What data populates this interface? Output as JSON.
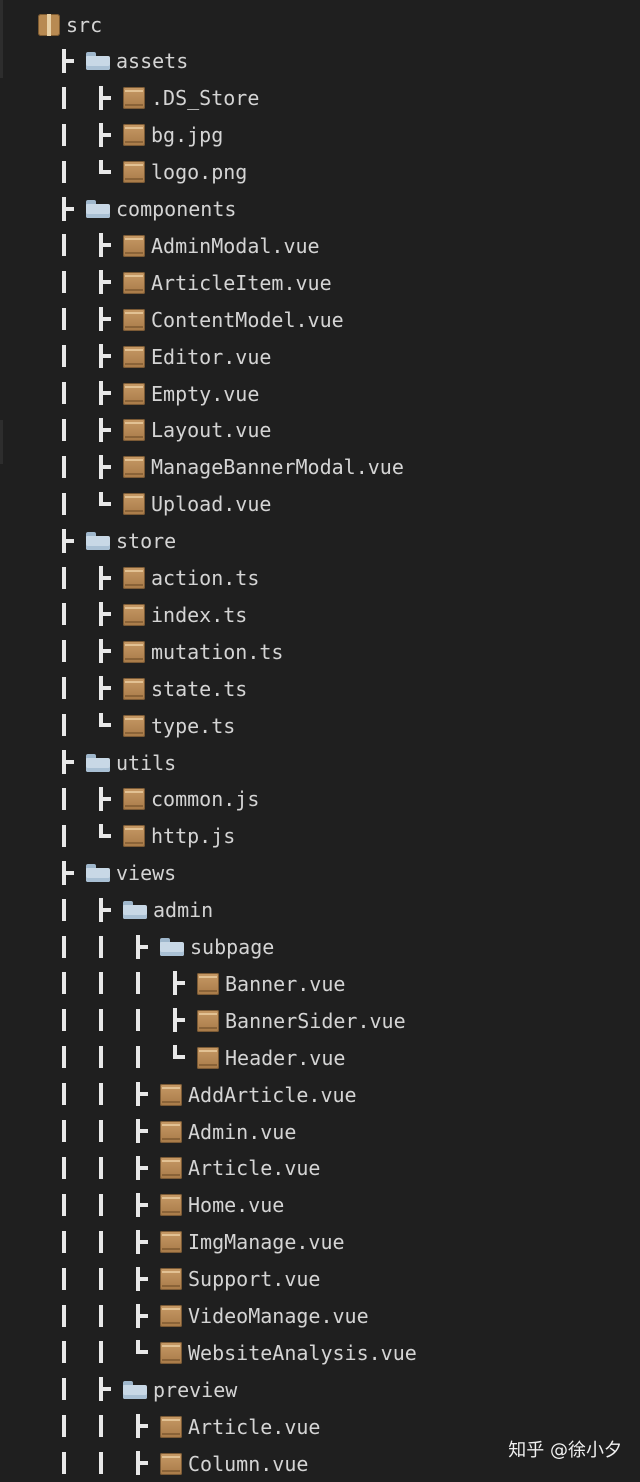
{
  "tree": [
    {
      "name": "src",
      "type": "package",
      "depth": 0,
      "guides": [],
      "connector": null
    },
    {
      "name": "assets",
      "type": "folder",
      "depth": 1,
      "guides": [],
      "connector": "tee"
    },
    {
      "name": ".DS_Store",
      "type": "file",
      "depth": 2,
      "guides": [
        1
      ],
      "connector": "tee"
    },
    {
      "name": "bg.jpg",
      "type": "file",
      "depth": 2,
      "guides": [
        1
      ],
      "connector": "tee"
    },
    {
      "name": "logo.png",
      "type": "file",
      "depth": 2,
      "guides": [
        1
      ],
      "connector": "last"
    },
    {
      "name": "components",
      "type": "folder",
      "depth": 1,
      "guides": [],
      "connector": "tee"
    },
    {
      "name": "AdminModal.vue",
      "type": "file",
      "depth": 2,
      "guides": [
        1
      ],
      "connector": "tee"
    },
    {
      "name": "ArticleItem.vue",
      "type": "file",
      "depth": 2,
      "guides": [
        1
      ],
      "connector": "tee"
    },
    {
      "name": "ContentModel.vue",
      "type": "file",
      "depth": 2,
      "guides": [
        1
      ],
      "connector": "tee"
    },
    {
      "name": "Editor.vue",
      "type": "file",
      "depth": 2,
      "guides": [
        1
      ],
      "connector": "tee"
    },
    {
      "name": "Empty.vue",
      "type": "file",
      "depth": 2,
      "guides": [
        1
      ],
      "connector": "tee"
    },
    {
      "name": "Layout.vue",
      "type": "file",
      "depth": 2,
      "guides": [
        1
      ],
      "connector": "tee"
    },
    {
      "name": "ManageBannerModal.vue",
      "type": "file",
      "depth": 2,
      "guides": [
        1
      ],
      "connector": "tee"
    },
    {
      "name": "Upload.vue",
      "type": "file",
      "depth": 2,
      "guides": [
        1
      ],
      "connector": "last"
    },
    {
      "name": "store",
      "type": "folder",
      "depth": 1,
      "guides": [],
      "connector": "tee"
    },
    {
      "name": "action.ts",
      "type": "file",
      "depth": 2,
      "guides": [
        1
      ],
      "connector": "tee"
    },
    {
      "name": "index.ts",
      "type": "file",
      "depth": 2,
      "guides": [
        1
      ],
      "connector": "tee"
    },
    {
      "name": "mutation.ts",
      "type": "file",
      "depth": 2,
      "guides": [
        1
      ],
      "connector": "tee"
    },
    {
      "name": "state.ts",
      "type": "file",
      "depth": 2,
      "guides": [
        1
      ],
      "connector": "tee"
    },
    {
      "name": "type.ts",
      "type": "file",
      "depth": 2,
      "guides": [
        1
      ],
      "connector": "last"
    },
    {
      "name": "utils",
      "type": "folder",
      "depth": 1,
      "guides": [],
      "connector": "tee"
    },
    {
      "name": "common.js",
      "type": "file",
      "depth": 2,
      "guides": [
        1
      ],
      "connector": "tee"
    },
    {
      "name": "http.js",
      "type": "file",
      "depth": 2,
      "guides": [
        1
      ],
      "connector": "last"
    },
    {
      "name": "views",
      "type": "folder",
      "depth": 1,
      "guides": [],
      "connector": "tee"
    },
    {
      "name": "admin",
      "type": "folder",
      "depth": 2,
      "guides": [
        1
      ],
      "connector": "tee"
    },
    {
      "name": "subpage",
      "type": "folder",
      "depth": 3,
      "guides": [
        1,
        2
      ],
      "connector": "tee"
    },
    {
      "name": "Banner.vue",
      "type": "file",
      "depth": 4,
      "guides": [
        1,
        2,
        3
      ],
      "connector": "tee"
    },
    {
      "name": "BannerSider.vue",
      "type": "file",
      "depth": 4,
      "guides": [
        1,
        2,
        3
      ],
      "connector": "tee"
    },
    {
      "name": "Header.vue",
      "type": "file",
      "depth": 4,
      "guides": [
        1,
        2,
        3
      ],
      "connector": "last"
    },
    {
      "name": "AddArticle.vue",
      "type": "file",
      "depth": 3,
      "guides": [
        1,
        2
      ],
      "connector": "tee"
    },
    {
      "name": "Admin.vue",
      "type": "file",
      "depth": 3,
      "guides": [
        1,
        2
      ],
      "connector": "tee"
    },
    {
      "name": "Article.vue",
      "type": "file",
      "depth": 3,
      "guides": [
        1,
        2
      ],
      "connector": "tee"
    },
    {
      "name": "Home.vue",
      "type": "file",
      "depth": 3,
      "guides": [
        1,
        2
      ],
      "connector": "tee"
    },
    {
      "name": "ImgManage.vue",
      "type": "file",
      "depth": 3,
      "guides": [
        1,
        2
      ],
      "connector": "tee"
    },
    {
      "name": "Support.vue",
      "type": "file",
      "depth": 3,
      "guides": [
        1,
        2
      ],
      "connector": "tee"
    },
    {
      "name": "VideoManage.vue",
      "type": "file",
      "depth": 3,
      "guides": [
        1,
        2
      ],
      "connector": "tee"
    },
    {
      "name": "WebsiteAnalysis.vue",
      "type": "file",
      "depth": 3,
      "guides": [
        1,
        2
      ],
      "connector": "last"
    },
    {
      "name": "preview",
      "type": "folder",
      "depth": 2,
      "guides": [
        1
      ],
      "connector": "tee"
    },
    {
      "name": "Article.vue",
      "type": "file",
      "depth": 3,
      "guides": [
        1,
        2
      ],
      "connector": "tee"
    },
    {
      "name": "Column.vue",
      "type": "file",
      "depth": 3,
      "guides": [
        1,
        2
      ],
      "connector": "tee"
    }
  ],
  "watermark": "知乎 @徐小夕"
}
